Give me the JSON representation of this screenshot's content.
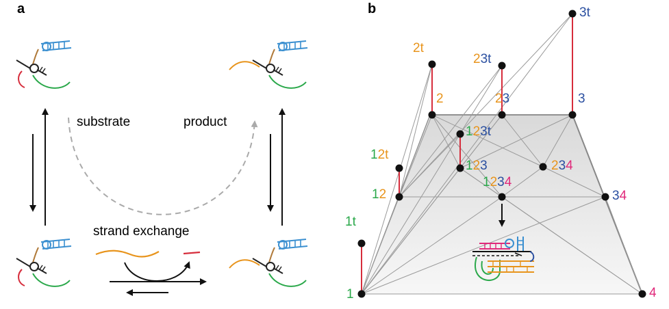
{
  "panels": {
    "a": "a",
    "b": "b"
  },
  "panel_a": {
    "substrate": "substrate",
    "product": "product",
    "strand_exchange": "strand exchange"
  },
  "colors": {
    "green": "#2aa84a",
    "orange": "#e8941c",
    "blue": "#2a4fa0",
    "magenta": "#e0297a",
    "red": "#d62d3c",
    "light_blue": "#3a8fd0",
    "gray_line": "#9a9a9a"
  },
  "panel_b": {
    "nodes": {
      "n1": {
        "parts": [
          {
            "t": "1",
            "c": "c1"
          }
        ]
      },
      "n1t": {
        "parts": [
          {
            "t": "1",
            "c": "c1"
          },
          {
            "t": "t",
            "c": "c1"
          }
        ]
      },
      "n4": {
        "parts": [
          {
            "t": "4",
            "c": "c4"
          }
        ]
      },
      "n12": {
        "parts": [
          {
            "t": "1",
            "c": "c1"
          },
          {
            "t": "2",
            "c": "c2"
          }
        ]
      },
      "n12t": {
        "parts": [
          {
            "t": "1",
            "c": "c1"
          },
          {
            "t": "2",
            "c": "c2"
          },
          {
            "t": "t",
            "c": "c2"
          }
        ]
      },
      "n2": {
        "parts": [
          {
            "t": "2",
            "c": "c2"
          }
        ]
      },
      "n2t": {
        "parts": [
          {
            "t": "2",
            "c": "c2"
          },
          {
            "t": "t",
            "c": "c2"
          }
        ]
      },
      "n23": {
        "parts": [
          {
            "t": "2",
            "c": "c2"
          },
          {
            "t": "3",
            "c": "c3"
          }
        ]
      },
      "n23t": {
        "parts": [
          {
            "t": "2",
            "c": "c2"
          },
          {
            "t": "3",
            "c": "c3"
          },
          {
            "t": "t",
            "c": "c3"
          }
        ]
      },
      "n3": {
        "parts": [
          {
            "t": "3",
            "c": "c3"
          }
        ]
      },
      "n3t": {
        "parts": [
          {
            "t": "3",
            "c": "c3"
          },
          {
            "t": "t",
            "c": "c3"
          }
        ]
      },
      "n123t": {
        "parts": [
          {
            "t": "1",
            "c": "c1"
          },
          {
            "t": "2",
            "c": "c2"
          },
          {
            "t": "3",
            "c": "c3"
          },
          {
            "t": "t",
            "c": "c3"
          }
        ]
      },
      "n123": {
        "parts": [
          {
            "t": "1",
            "c": "c1"
          },
          {
            "t": "2",
            "c": "c2"
          },
          {
            "t": "3",
            "c": "c3"
          }
        ]
      },
      "n234": {
        "parts": [
          {
            "t": "2",
            "c": "c2"
          },
          {
            "t": "3",
            "c": "c3"
          },
          {
            "t": "4",
            "c": "c4"
          }
        ]
      },
      "n1234": {
        "parts": [
          {
            "t": "1",
            "c": "c1"
          },
          {
            "t": "2",
            "c": "c2"
          },
          {
            "t": "3",
            "c": "c3"
          },
          {
            "t": "4",
            "c": "c4"
          }
        ]
      },
      "n34": {
        "parts": [
          {
            "t": "3",
            "c": "c3"
          },
          {
            "t": "4",
            "c": "c4"
          }
        ]
      }
    }
  }
}
